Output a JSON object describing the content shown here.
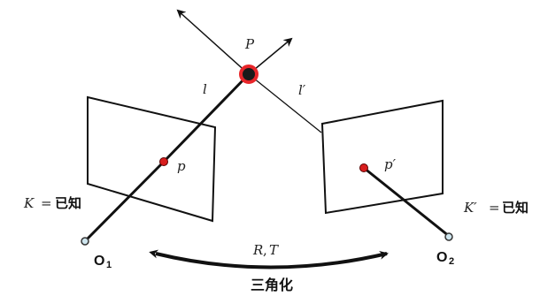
{
  "point": {
    "label": "P"
  },
  "camera1": {
    "ray_label": "l",
    "image_point_label": "p",
    "intrinsics_label": "K",
    "intrinsics_eq": "=",
    "intrinsics_value": "已知",
    "origin_label": "O",
    "origin_subscript": "1"
  },
  "camera2": {
    "ray_label": "l′",
    "image_point_label": "p′",
    "intrinsics_label": "K′",
    "intrinsics_eq": "=",
    "intrinsics_value": "已知",
    "origin_label": "O",
    "origin_subscript": "2"
  },
  "transform": {
    "label_r": "R",
    "label_sep": ",",
    "label_t": "T"
  },
  "caption": "三角化",
  "colors": {
    "point_ring": "#e8262a",
    "image_point": "#d81e1e",
    "origin_fill": "#cfe6ef",
    "line": "#111111"
  }
}
